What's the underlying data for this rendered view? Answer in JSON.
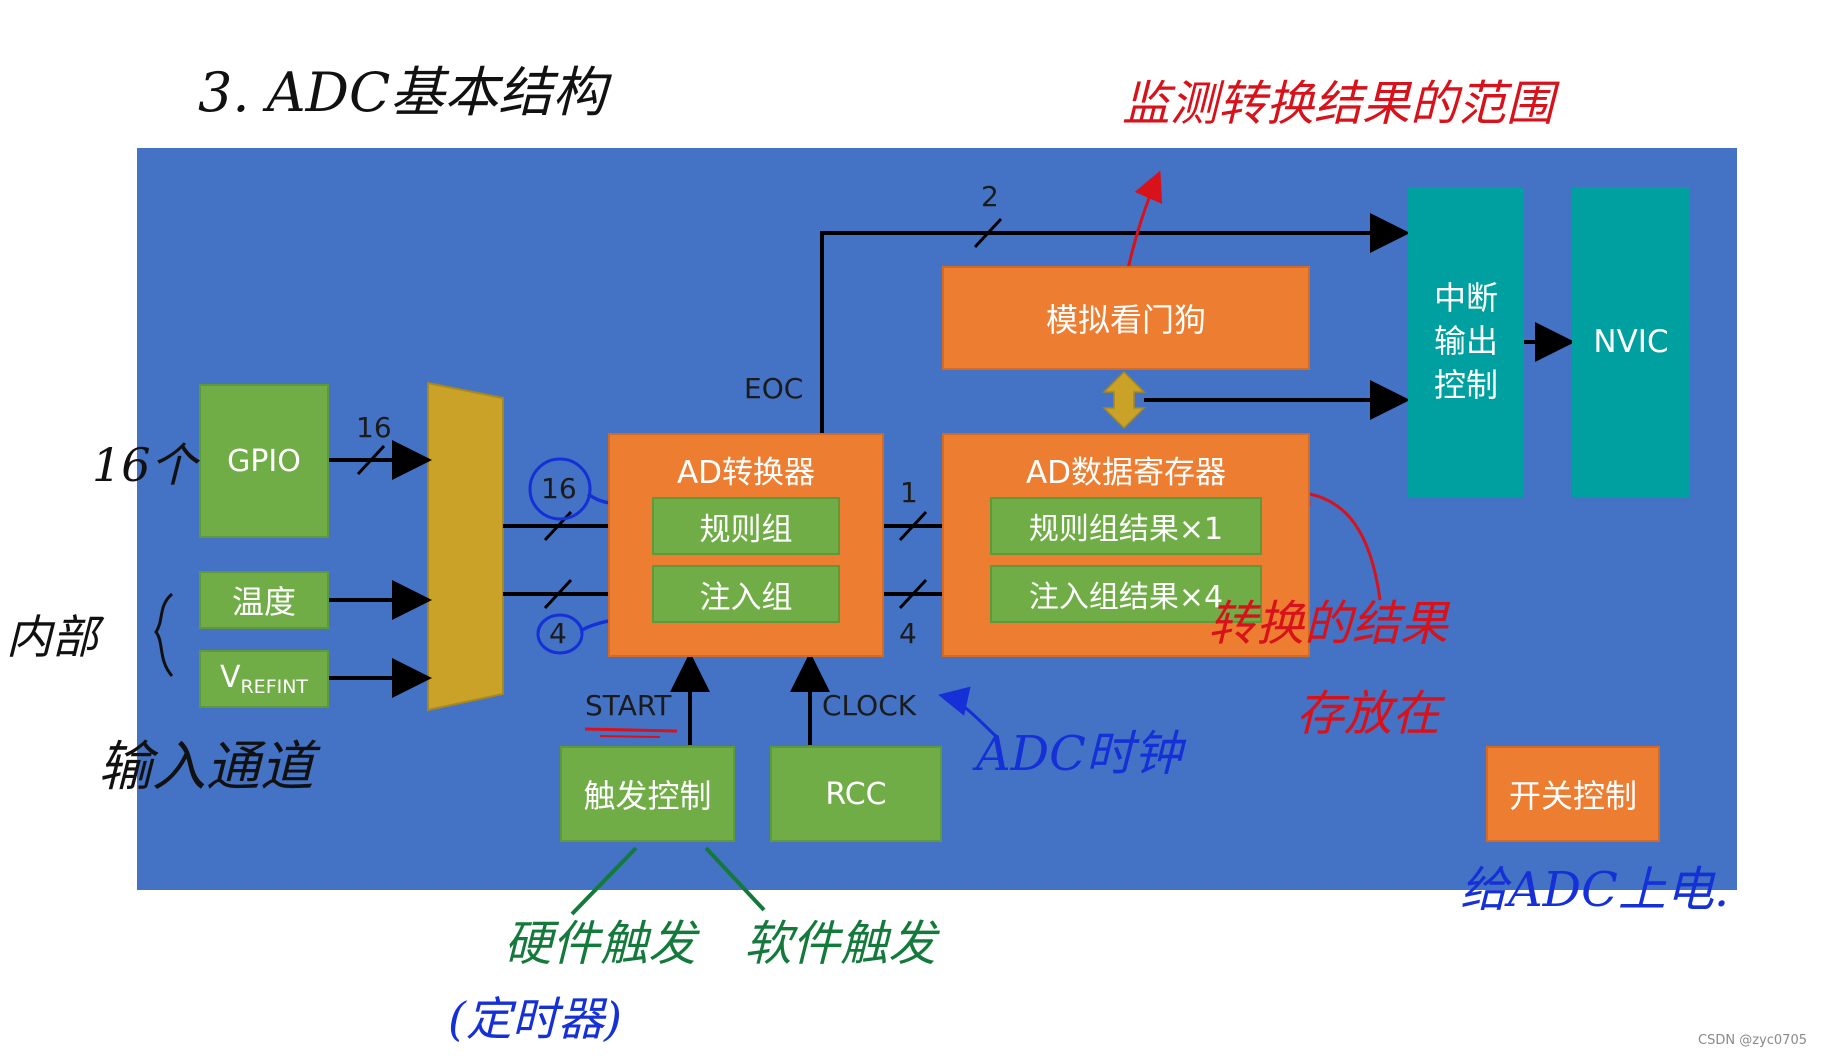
{
  "title": "3. ADC基本结构",
  "blocks": {
    "gpio": "GPIO",
    "temperature": "温度",
    "vrefint_main": "V",
    "vrefint_sub": "REFINT",
    "ad_converter": "AD转换器",
    "regular_group": "规则组",
    "injected_group": "注入组",
    "data_register": "AD数据寄存器",
    "regular_result": "规则组结果×1",
    "injected_result": "注入组结果×4",
    "watchdog": "模拟看门狗",
    "interrupt_line1": "中断",
    "interrupt_line2": "输出",
    "interrupt_line3": "控制",
    "nvic": "NVIC",
    "trigger_control": "触发控制",
    "rcc": "RCC",
    "power_switch": "开关控制"
  },
  "labels": {
    "gpio_count": "16",
    "regular_count": "16",
    "injected_count": "4",
    "eoc": "EOC",
    "bus_two": "2",
    "regular_bus": "1",
    "injected_bus": "4",
    "start": "START",
    "clock": "CLOCK"
  },
  "annotations": {
    "gpio_16": "16个",
    "internal": "内部",
    "input_channels": "输入通道",
    "watchdog_note": "监测转换结果的范围",
    "result_note_line1": "转换的结果",
    "result_note_line2": "存放在",
    "adc_clock": "ADC时钟",
    "hardware_trigger": "硬件触发",
    "timer": "(定时器)",
    "software_trigger": "软件触发",
    "power_note": "给ADC上电."
  },
  "watermark": "CSDN @zyc0705",
  "colors": {
    "panel": "#4472C4",
    "green_block": "#70AD47",
    "orange_block": "#ED7D31",
    "teal_block": "#00A0A0",
    "mux": "#C9A227",
    "annotation_blue": "#1530d6",
    "annotation_red": "#d8121b",
    "annotation_green": "#147a3c"
  }
}
